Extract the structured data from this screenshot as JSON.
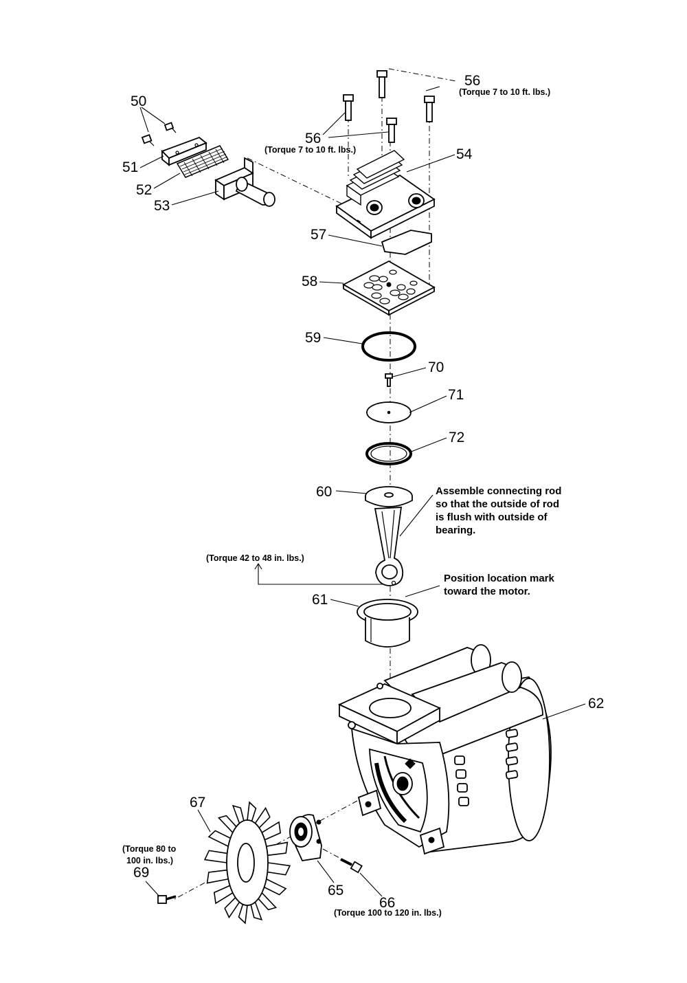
{
  "labels": {
    "p50": "50",
    "p51": "51",
    "p52": "52",
    "p53": "53",
    "p54": "54",
    "p56a": "56",
    "p56b": "56",
    "p57": "57",
    "p58": "58",
    "p59": "59",
    "p60": "60",
    "p61": "61",
    "p62": "62",
    "p65": "65",
    "p66": "66",
    "p67": "67",
    "p69": "69",
    "p70": "70",
    "p71": "71",
    "p72": "72"
  },
  "notes": {
    "torque_56_top": "(Torque 7 to 10 ft. lbs.)",
    "torque_56_left": "(Torque 7 to 10 ft. lbs.)",
    "connecting_rod": [
      "Assemble connecting rod",
      "so that the outside of  rod",
      "is flush with outside of",
      "bearing."
    ],
    "torque_rod": "(Torque 42 to 48 in. lbs.)",
    "location_mark": [
      "Position location mark",
      "toward the motor."
    ],
    "torque_69": [
      "(Torque 80 to",
      "100 in. lbs.)"
    ],
    "torque_66": "(Torque 100 to 120 in. lbs.)"
  },
  "icons": {
    "bolt": "hex-bolt-icon",
    "fan": "fan-icon",
    "motor": "motor-icon"
  }
}
